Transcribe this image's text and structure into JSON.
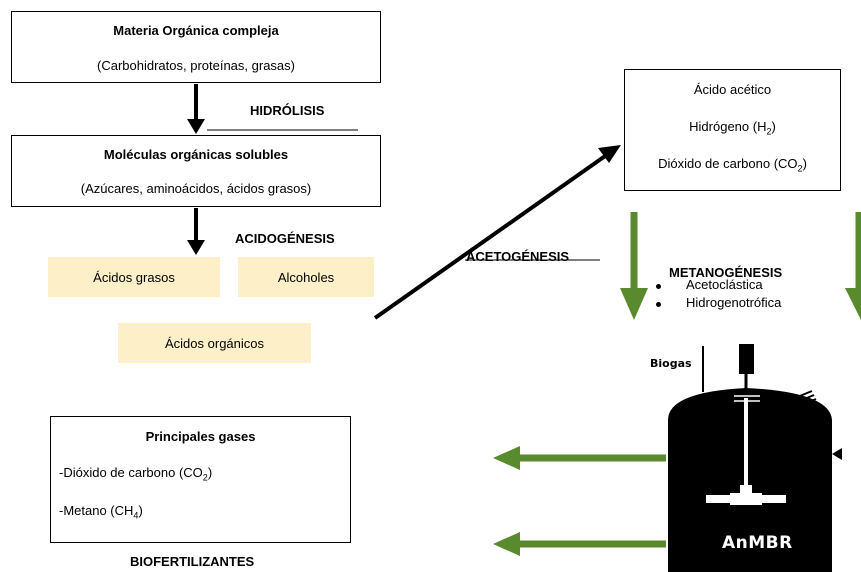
{
  "top_box": {
    "title": "Materia Orgánica compleja",
    "subtitle": "(Carbohidratos, proteínas, grasas)"
  },
  "steps": {
    "hidrolisis": "HIDRÓLISIS",
    "acidogenesis": "ACIDOGÉNESIS",
    "acetogenesis": "ACETOGÉNESIS",
    "metanogenesis": "METANOGÉNESIS",
    "biofertilizantes": "BIOFERTILIZANTES"
  },
  "soluble_box": {
    "title": "Moléculas orgánicas solubles",
    "subtitle": "(Azúcares, aminoácidos, ácidos grasos)"
  },
  "acid_products": {
    "fatty_acids": "Ácidos grasos",
    "alcohols": "Alcoholes",
    "organic_acids": "Ácidos orgánicos"
  },
  "aceto_box": {
    "line1": "Ácido acético",
    "line2_main": "Hidrógeno (H",
    "line2_sub": "2",
    "line2_end": ")",
    "line3_main": "Dióxido de carbono (CO",
    "line3_sub": "2",
    "line3_end": ")"
  },
  "metano_types": [
    "Acetoclástica",
    "Hidrogenotrófica"
  ],
  "gases_box": {
    "title": "Principales gases",
    "line1_main": "-Dióxido de carbono (CO",
    "line1_sub": "2",
    "line1_end": ")",
    "line2_main": "-Metano (CH",
    "line2_sub": "4",
    "line2_end": ")"
  },
  "reactor": {
    "label": "AnMBR",
    "biogas_label": "Biogas"
  },
  "colors": {
    "highlight": "#fdefc7",
    "green_arrow": "#5a8a2e",
    "black": "#000000"
  }
}
